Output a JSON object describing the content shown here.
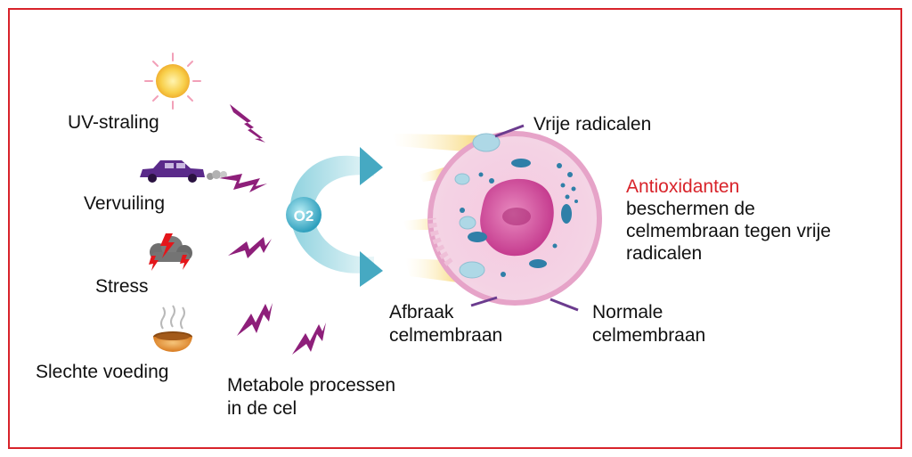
{
  "colors": {
    "frame": "#d8232a",
    "antioxidant_text": "#d8232a",
    "lightning": "#8e1f7a",
    "arrow": "#46a9c2",
    "cell_membrane": "#e6a3c8",
    "nucleus": "#c2348a",
    "pointer_line": "#6b3b8e"
  },
  "sources": [
    {
      "label": "UV-straling",
      "icon": "sun-icon"
    },
    {
      "label": "Vervuiling",
      "icon": "car-exhaust-icon"
    },
    {
      "label": "Stress",
      "icon": "storm-cloud-icon"
    },
    {
      "label": "Slechte voeding",
      "icon": "food-bowl-icon"
    }
  ],
  "metabolic": {
    "line1": "Metabole processen",
    "line2": "in de cel"
  },
  "oxygen_label": "O2",
  "cell_labels": {
    "free_radicals": "Vrije radicalen",
    "broken_membrane_line1": "Afbraak",
    "broken_membrane_line2": "celmembraan",
    "normal_membrane_line1": "Normale",
    "normal_membrane_line2": "celmembraan"
  },
  "antioxidants": {
    "title": "Antioxidanten",
    "line1": "beschermen de",
    "line2": "celmembraan tegen vrije",
    "line3": "radicalen"
  }
}
